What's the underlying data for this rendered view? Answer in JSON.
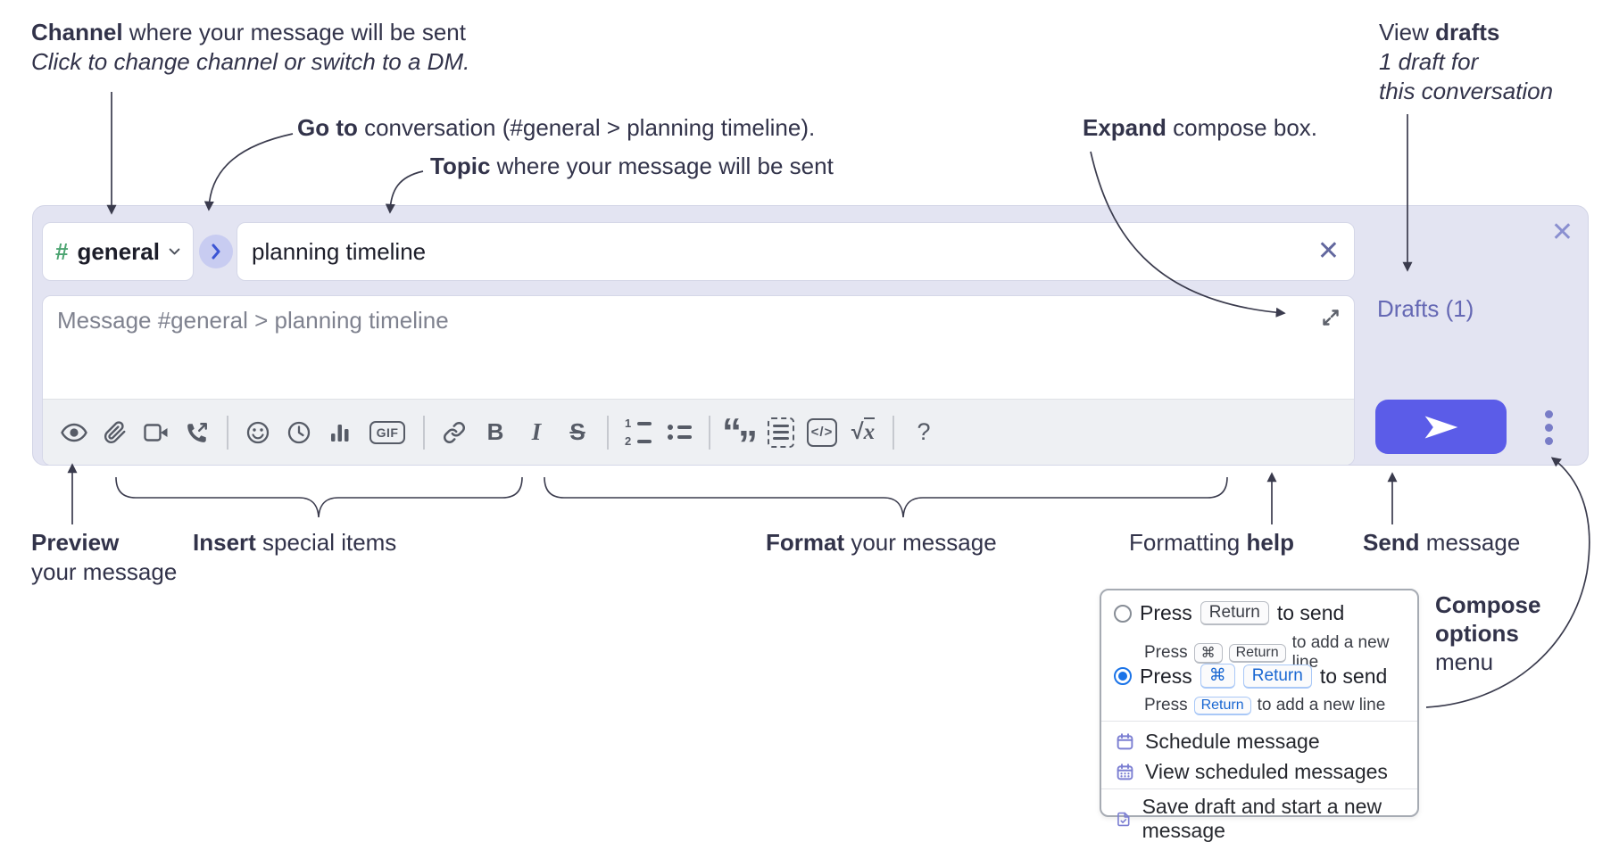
{
  "annotations": {
    "channel": {
      "bold": "Channel",
      "rest": " where your message will be sent",
      "line2": "Click to change channel or switch to a DM."
    },
    "goto": {
      "bold": "Go to",
      "rest": " conversation (#general > planning timeline)."
    },
    "topic": {
      "bold": "Topic",
      "rest": " where your message will be sent"
    },
    "expand": {
      "bold": "Expand",
      "rest": " compose box."
    },
    "drafts": {
      "line1_regular": "View ",
      "line1_bold": "drafts",
      "line2": "1 draft for",
      "line3": "this conversation"
    },
    "preview": {
      "bold": "Preview",
      "line2": "your message"
    },
    "insert": {
      "bold": "Insert",
      "rest": " special items"
    },
    "format": {
      "bold": "Format",
      "rest": " your message"
    },
    "help": {
      "regular": "Formatting ",
      "bold": "help"
    },
    "send": {
      "bold": "Send",
      "rest": " message"
    },
    "compose_options": {
      "bold1": "Compose",
      "bold2": "options",
      "regular": "menu"
    }
  },
  "compose": {
    "channel_selector": {
      "hash": "#",
      "name": "general"
    },
    "topic_input": {
      "value": "planning timeline",
      "clear": "✕"
    },
    "close": "✕",
    "message_input": {
      "placeholder": "Message #general > planning timeline"
    },
    "drafts_link": "Drafts (1)"
  },
  "toolbar": {
    "bold": "B",
    "italic": "I",
    "strike": "S",
    "gif": "GIF",
    "ordered_1": "1",
    "ordered_2": "2",
    "quote_open": "“",
    "quote_close": "”",
    "code": "</>",
    "sqrt_sign": "√",
    "sqrt_x": "x",
    "help": "?",
    "icon_names": [
      "preview-eye",
      "attach-paperclip",
      "video",
      "audio-call",
      "emoji",
      "recent-clock",
      "poll-chart",
      "gif",
      "link",
      "bold",
      "italic",
      "strikethrough",
      "ordered-list",
      "bullet-list",
      "blockquote",
      "code-block",
      "code",
      "formula",
      "help"
    ]
  },
  "popup": {
    "option1": {
      "text_before": "Press",
      "key": "Return",
      "text_after": "to send",
      "sub_before": "Press",
      "sub_key1": "⌘",
      "sub_key2": "Return",
      "sub_after": "to add a new line"
    },
    "option2": {
      "text_before": "Press",
      "key1": "⌘",
      "key2": "Return",
      "text_after": "to send",
      "sub_before": "Press",
      "sub_key": "Return",
      "sub_after": "to add a new line"
    },
    "items": [
      {
        "label": "Schedule message"
      },
      {
        "label": "View scheduled messages"
      },
      {
        "label": "Save draft and start a new message"
      }
    ]
  },
  "colors": {
    "accent_send": "#5b5ce8",
    "panel_lavender": "#e3e4f2",
    "drafts_purple": "#6568b4",
    "channel_green": "#4ca471",
    "popup_blue": "#1a73e8",
    "menu_icon_purple": "#7b7ed2",
    "annotation_ink": "#32334a",
    "toolbar_icon_gray": "#565b66"
  }
}
